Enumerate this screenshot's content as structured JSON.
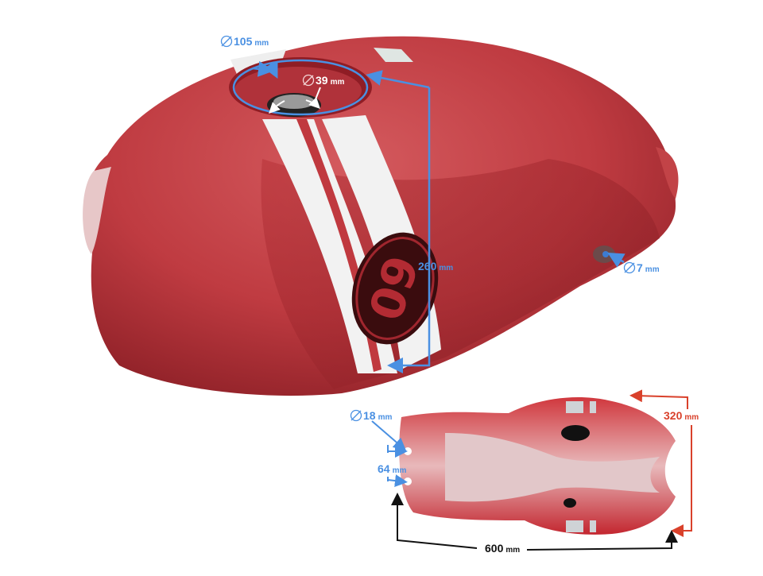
{
  "product": {
    "name": "motorcycle-fuel-tank",
    "colors": {
      "body": "#c0393f",
      "body_shadow": "#8e1f26",
      "body_highlight": "#d9555a",
      "stripe": "#f2f2f2",
      "badge": "#3a0c0e",
      "dimension_blue": "#4a90e2",
      "dimension_red": "#d9412b",
      "dimension_black": "#111111"
    },
    "badge_number": "09"
  },
  "dimensions": {
    "filler_neck": {
      "symbol": "diameter",
      "value": "105",
      "unit": "mm"
    },
    "cap_opening": {
      "symbol": "diameter",
      "value": "39",
      "unit": "mm"
    },
    "depth": {
      "value": "260",
      "unit": "mm"
    },
    "fuel_tap_hole": {
      "symbol": "diameter",
      "value": "7",
      "unit": "mm"
    },
    "mount_holes": {
      "symbol": "diameter",
      "value": "18",
      "unit": "mm"
    },
    "mount_spacing": {
      "value": "64",
      "unit": "mm"
    },
    "width": {
      "value": "320",
      "unit": "mm"
    },
    "length": {
      "value": "600",
      "unit": "mm"
    }
  }
}
